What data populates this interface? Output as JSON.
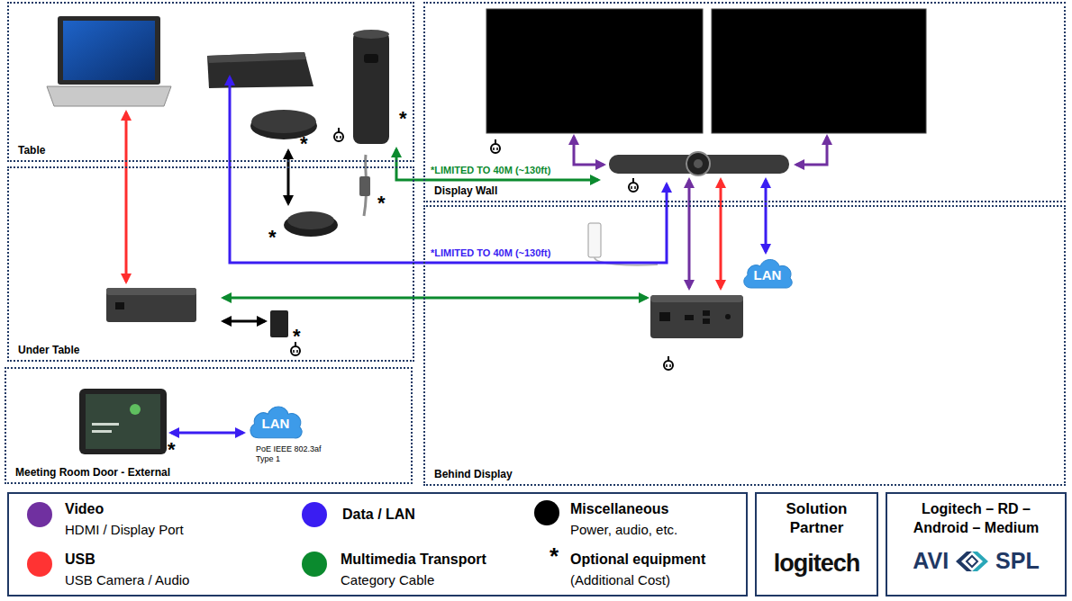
{
  "diagram": {
    "nodes": [
      {
        "text": [
          "Table"
        ]
      },
      {
        "text": [
          "Under Table"
        ]
      },
      {
        "text": [
          "Meeting Room Door - External"
        ]
      },
      {
        "text": [
          "Display Wall"
        ]
      },
      {
        "text": [
          "Behind Display"
        ]
      },
      {
        "text": [
          "LAN"
        ],
        "in": 4
      },
      {
        "text": [
          "LAN",
          "PoE IEEE 802.3af Type 1"
        ],
        "in": 2
      },
      {
        "text": [
          "Solution Partner",
          "logitech"
        ]
      },
      {
        "text": [
          "Logitech – RD – Android – Medium",
          "AVI",
          "SPL"
        ]
      }
    ],
    "labels": [
      "*LIMITED TO 40M (~130ft)",
      "*LIMITED TO 40M (~130ft)",
      "*",
      "*",
      "*",
      "*",
      "*",
      "*",
      "HDMI / Display Port",
      "USB Camera / Audio",
      "Power, audio, etc.",
      "Category Cable",
      "*",
      "(Additional Cost)"
    ],
    "legend": [
      {
        "text": "Video",
        "color": "#7030a0"
      },
      {
        "text": "USB",
        "color": "#ff3333"
      },
      {
        "text": "Data / LAN",
        "color": "#3a1df2"
      },
      {
        "text": "Multimedia Transport",
        "color": "#0b8a2e"
      },
      {
        "text": "Miscellaneous",
        "color": "#000000"
      },
      {
        "text": "Optional equipment"
      }
    ]
  }
}
